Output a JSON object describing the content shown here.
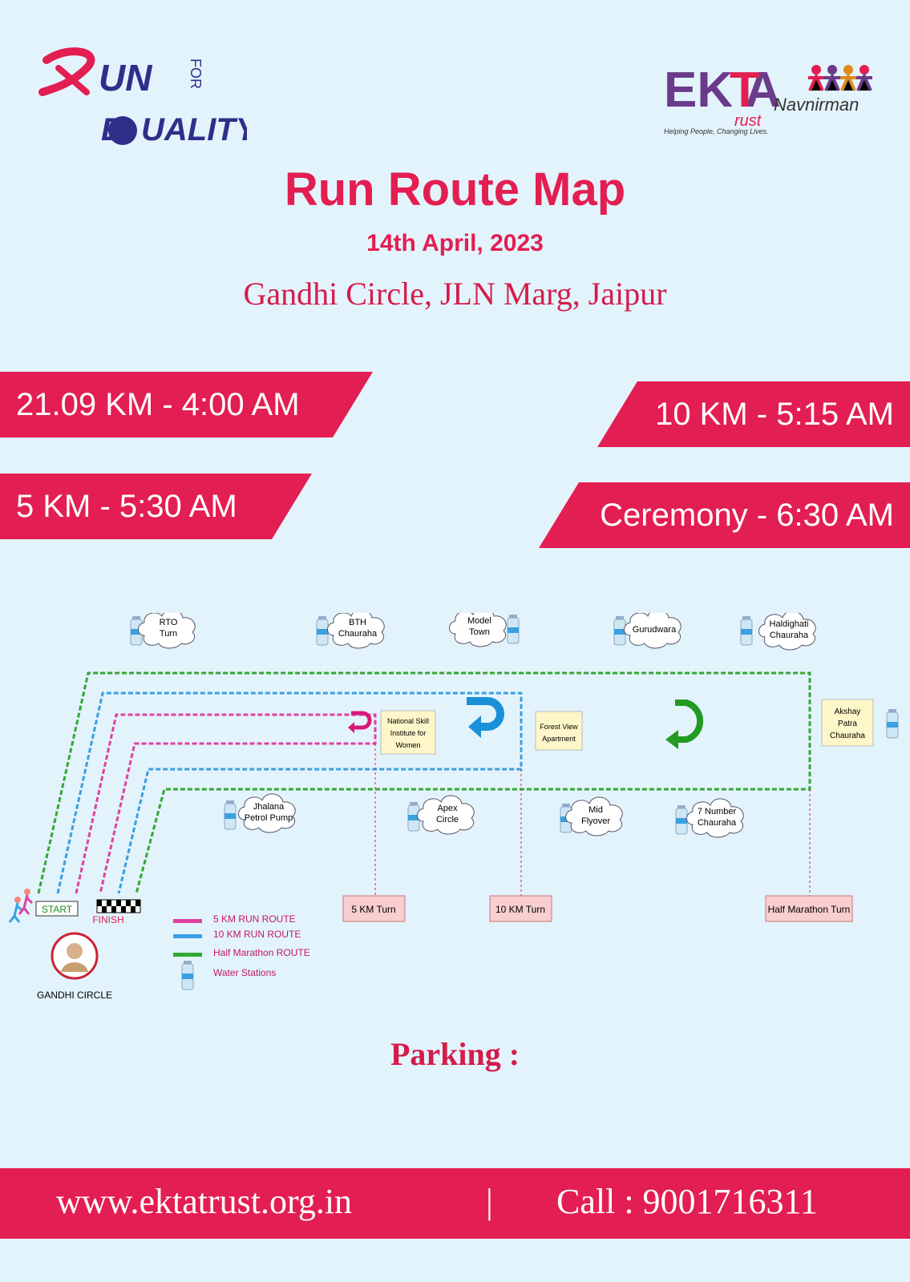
{
  "logos": {
    "run_for_equality": {
      "run": "UN",
      "for": "FOR",
      "equality": "UALITY"
    },
    "ekta": {
      "main": "EK A",
      "t": "T",
      "rust": "rust",
      "navnirman": "Navnirman",
      "tagline": "Helping People, Changing Lives."
    }
  },
  "header": {
    "title": "Run Route Map",
    "date": "14th April, 2023",
    "venue": "Gandhi Circle, JLN Marg, Jaipur"
  },
  "schedule": [
    {
      "label": "21.09 KM - 4:00 AM"
    },
    {
      "label": "10 KM - 5:15 AM"
    },
    {
      "label": "5 KM - 5:30 AM"
    },
    {
      "label": "Ceremony - 6:30 AM"
    }
  ],
  "map": {
    "landmarks_top": [
      {
        "line1": "RTO",
        "line2": "Turn"
      },
      {
        "line1": "BTH",
        "line2": "Chauraha"
      },
      {
        "line1": "Model",
        "line2": "Town"
      },
      {
        "line1": "Gurudwara",
        "line2": ""
      },
      {
        "line1": "Haldighati",
        "line2": "Chauraha"
      }
    ],
    "landmarks_bottom": [
      {
        "line1": "Jhalana",
        "line2": "Petrol Pump"
      },
      {
        "line1": "Apex",
        "line2": "Circle"
      },
      {
        "line1": "Mid",
        "line2": "Flyover"
      },
      {
        "line1": "7 Number",
        "line2": "Chauraha"
      }
    ],
    "boxes": [
      {
        "line1": "National Skill",
        "line2": "Institute for",
        "line3": "Women"
      },
      {
        "line1": "Forest View",
        "line2": "Apartment",
        "line3": ""
      },
      {
        "line1": "Akshay",
        "line2": "Patra",
        "line3": "Chauraha"
      }
    ],
    "turns": [
      "5 KM Turn",
      "10 KM Turn",
      "Half Marathon Turn"
    ],
    "start": "START",
    "finish": "FINISH",
    "gandhi_circle": "GANDHI CIRCLE",
    "legend": [
      {
        "label": "5 KM RUN ROUTE",
        "color": "#e040a0"
      },
      {
        "label": "10 KM RUN ROUTE",
        "color": "#3aa0e0"
      },
      {
        "label": "Half Marathon ROUTE",
        "color": "#33a833"
      },
      {
        "label": "Water Stations",
        "color": "#3aa0e0"
      }
    ],
    "route_colors": {
      "five_km": "#e040a0",
      "ten_km": "#3aa0e0",
      "half": "#33a833"
    }
  },
  "parking": "Parking :",
  "footer": {
    "website": "www.ektatrust.org.in",
    "separator": "|",
    "phone": "Call : 9001716311"
  }
}
